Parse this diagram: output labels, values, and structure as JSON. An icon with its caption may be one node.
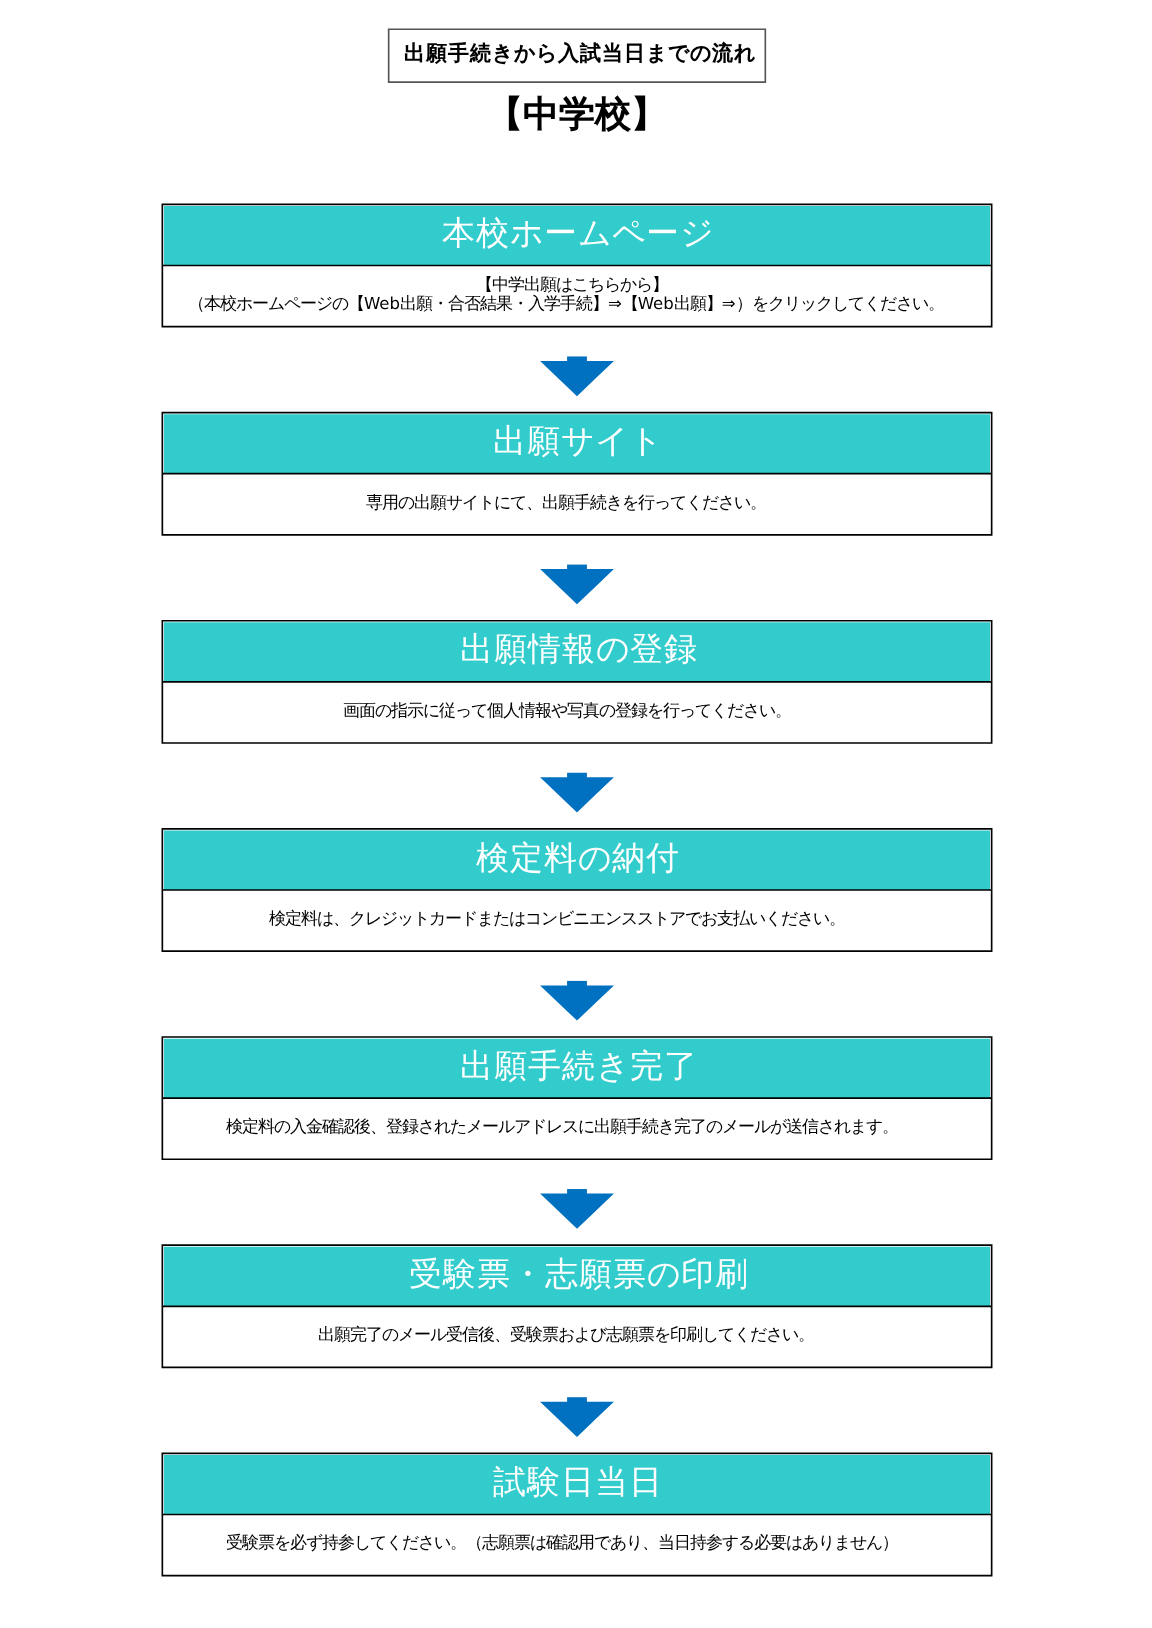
{
  "diagram": {
    "title": "出願手続きから入試当日までの流れ",
    "nodes": [
      {
        "text": [
          "本校ホームページ",
          "【中学出願はこちらから】",
          "（本校ホームページの【Web出願・合否結果・入学手続】⇒【Web出願】⇒）をクリックしてください。"
        ]
      },
      {
        "text": [
          "出願サイト",
          "専用の出願サイトにて、出願手続きを行ってください。"
        ]
      },
      {
        "text": [
          "出願情報の登録",
          "画面の指示に従って個人情報や写真の登録を行ってください。"
        ]
      },
      {
        "text": [
          "検定料の納付",
          "検定料は、クレジットカードまたはコンビニエンスストアでお支払いください。"
        ]
      },
      {
        "text": [
          "出願手続き完了",
          "検定料の入金確認後、登録されたメールアドレスに出願手続き完了のメールが送信されます。"
        ]
      },
      {
        "text": [
          "受験票・志願票の印刷",
          "出願完了のメール受信後、受験票および志願票を印刷してください。"
        ]
      },
      {
        "text": [
          "試験日当日",
          "受験票を必ず持参してください。（志願票は確認用であり、当日持参する必要はありません）"
        ]
      }
    ],
    "edges": [
      {
        "from": 0,
        "to": 1,
        "arrow": "to"
      },
      {
        "from": 1,
        "to": 2,
        "arrow": "to"
      },
      {
        "from": 2,
        "to": 3,
        "arrow": "to"
      },
      {
        "from": 3,
        "to": 4,
        "arrow": "to"
      },
      {
        "from": 4,
        "to": 5,
        "arrow": "to"
      },
      {
        "from": 5,
        "to": 6,
        "arrow": "to"
      }
    ],
    "labels": [
      "【中学校】"
    ]
  }
}
